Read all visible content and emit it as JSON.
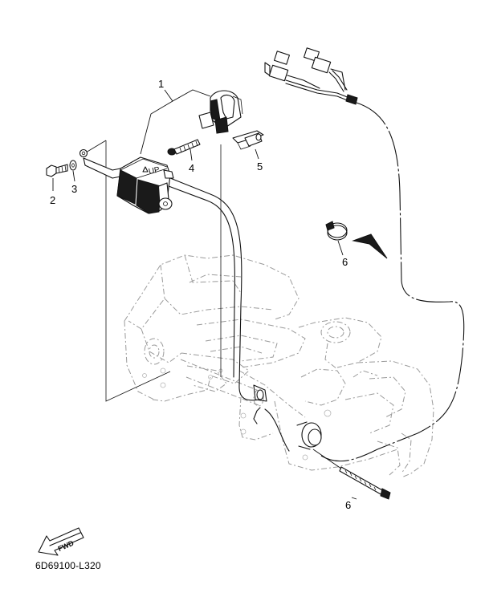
{
  "callouts": {
    "c1": "1",
    "c2": "2",
    "c3": "3",
    "c4": "4",
    "c5": "5",
    "c6a": "6",
    "c6b": "6"
  },
  "switch_label": "UP",
  "fwd_label": "FWD",
  "diagram_code": "6D69100-L320"
}
